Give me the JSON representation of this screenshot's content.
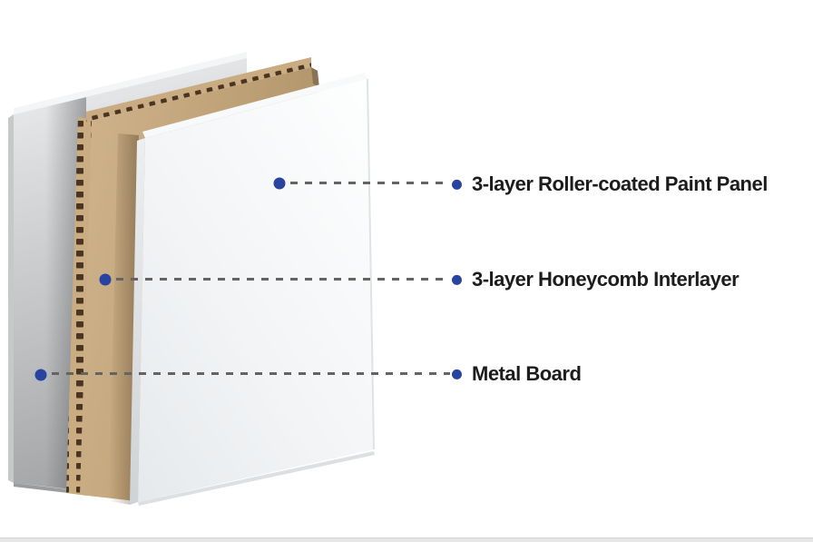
{
  "page": {
    "background_color": "#ffffff",
    "bottom_strip_color": "#e6e6e6"
  },
  "palette": {
    "accent_blue": "#2843a0",
    "connector_gray": "#646464",
    "label_text": "#1c1c1c",
    "metal_gray": "#c2c4c6",
    "honeycomb_tan": "#c3a57b",
    "honeycomb_cell_dark": "#4a3520",
    "panel_white": "#f2f4f6"
  },
  "diagram": {
    "type": "exploded-layer-diagram",
    "layers": [
      {
        "name": "paint-panel",
        "label": "3-layer Roller-coated Paint Panel"
      },
      {
        "name": "honeycomb-interlayer",
        "label": "3-layer Honeycomb Interlayer"
      },
      {
        "name": "metal-board",
        "label": "Metal Board"
      }
    ]
  }
}
